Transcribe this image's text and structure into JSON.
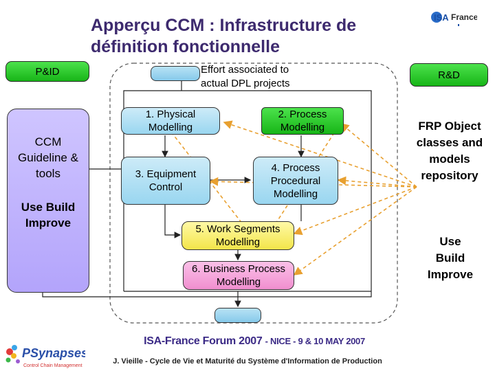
{
  "title": {
    "line1": "Apperçu CCM : Infrastructure de",
    "line2": "définition fonctionnelle"
  },
  "logo": {
    "isa": "ISA",
    "france": "France"
  },
  "left": {
    "pid_label": "P&ID",
    "ccm_text": "CCM Guideline & tools",
    "use_text": "Use Build Improve"
  },
  "right": {
    "rd_label": "R&D",
    "frp_text": "FRP Object classes and models repository",
    "use_text": "Use Build Improve"
  },
  "center": {
    "effort_text": "Effort associated to actual DPL projects",
    "step1": "1. Physical Modelling",
    "step2": "2. Process Modelling",
    "step3": "3. Equipment Control",
    "step4": "4. Process Procedural Modelling",
    "step5": "5. Work Segments Modelling",
    "step6": "6. Business Process Modelling"
  },
  "footer": {
    "forum": "ISA-France Forum 2007",
    "forum_detail": "- NICE - 9 & 10 MAY 2007",
    "credit": "J. Vieille - Cycle de Vie et Maturité du Système d'Information de Production",
    "logo_main": "PSynapses",
    "logo_sub": "Control Chain Management"
  },
  "colors": {
    "title": "#3d2a6e",
    "green": "#22c022",
    "blue_box": "#a8dcf2",
    "yellow_box": "#f6ea5a",
    "pink_box": "#f4a3d8",
    "violet_box": "#bfb2fd",
    "dashed_arrow": "#e8a030"
  }
}
